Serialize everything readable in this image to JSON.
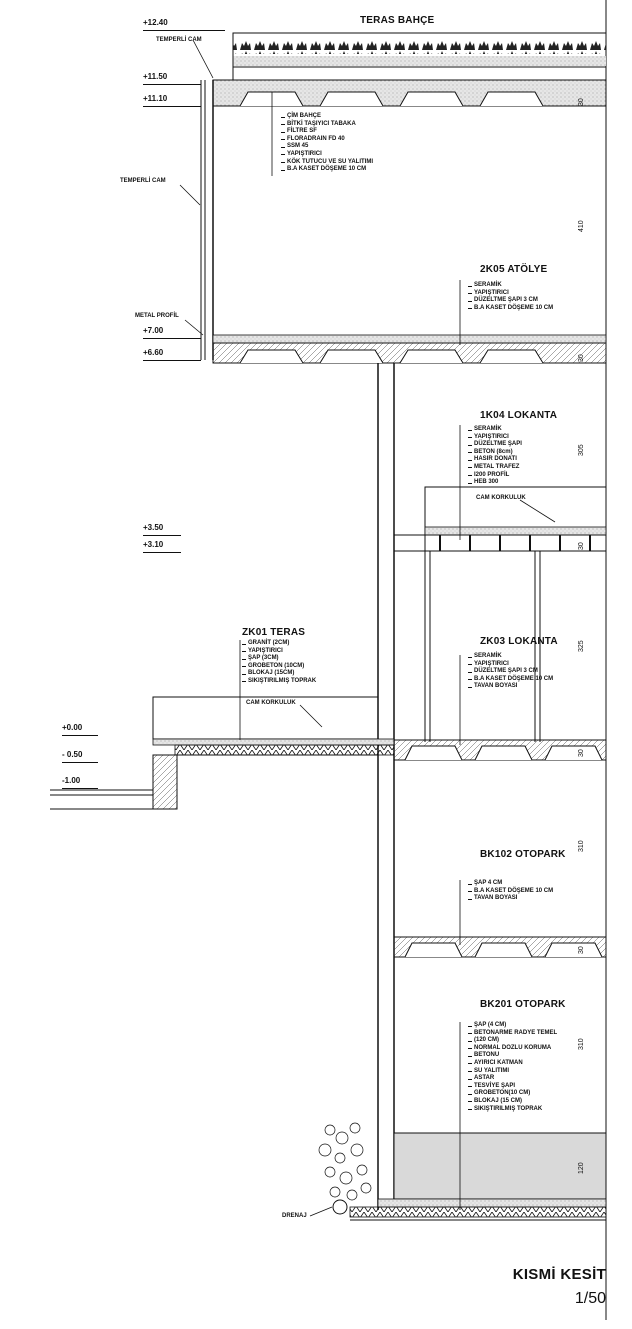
{
  "title": "KISMİ KESİT",
  "scale": "1/50",
  "levels": [
    "+12.40",
    "+11.50",
    "+11.10",
    "+7.00",
    "+6.60",
    "+3.50",
    "+3.10",
    "+0.00",
    "- 0.50",
    "-1.00"
  ],
  "sections": {
    "teras_bahce": {
      "title": "TERAS BAHÇE",
      "layers": [
        "ÇİM BAHÇE",
        "BİTKİ TAŞIYICI TABAKA",
        "FİLTRE SF",
        "FLORADRAIN FD 40",
        "SSM 45",
        "YAPIŞTIRICI",
        "KÖK TUTUCU VE SU YALITIMI",
        "B.A KASET DÖŞEME 10 CM"
      ]
    },
    "atolye": {
      "title": "2K05 ATÖLYE",
      "layers": [
        "SERAMİK",
        "YAPIŞTIRICI",
        "DÜZELTME ŞAPI 3 CM",
        "B.A KASET DÖŞEME 10 CM"
      ]
    },
    "lokanta1": {
      "title": "1K04 LOKANTA",
      "layers": [
        "SERAMİK",
        "YAPIŞTIRICI",
        "DÜZELTME ŞAPI",
        "BETON (8cm)",
        "HASIR DONATI",
        "METAL TRAFEZ",
        "I200 PROFİL",
        "HEB 300"
      ]
    },
    "teras": {
      "title": "ZK01 TERAS",
      "layers": [
        "GRANİT (2CM)",
        "YAPIŞTIRICI",
        "ŞAP (3CM)",
        "GROBETON (10CM)",
        "BLOKAJ (15CM)",
        "SIKIŞTIRILMIŞ TOPRAK"
      ]
    },
    "lokanta0": {
      "title": "ZK03 LOKANTA",
      "layers": [
        "SERAMİK",
        "YAPIŞTIRICI",
        "DÜZELTME ŞAPI 3 CM",
        "B.A KASET DÖŞEME 10 CM",
        "TAVAN BOYASI"
      ]
    },
    "otopark1": {
      "title": "BK102 OTOPARK",
      "layers": [
        "ŞAP 4 CM",
        "B.A KASET DÖŞEME 10 CM",
        "TAVAN BOYASI"
      ]
    },
    "otopark2": {
      "title": "BK201 OTOPARK",
      "layers": [
        "ŞAP (4 CM)",
        "BETONARME RADYE TEMEL",
        "(120 CM)",
        "NORMAL DOZLU KORUMA",
        "BETONU",
        "AYIRICI KATMAN",
        "SU YALITIMI",
        "ASTAR",
        "TESVİYE ŞAPI",
        "GROBETON(10 CM)",
        "BLOKAJ (15 CM)",
        "SIKIŞTIRILMIŞ TOPRAK"
      ]
    }
  },
  "notes": {
    "temperli_cam_1": "TEMPERLİ CAM",
    "temperli_cam_2": "TEMPERLİ CAM",
    "metal_profil": "METAL PROFİL",
    "cam_korkuluk_1": "CAM KORKULUK",
    "cam_korkuluk_2": "CAM KORKULUK",
    "drenaj": "DRENAJ"
  },
  "dimensions": [
    "30",
    "410",
    "30",
    "305",
    "30",
    "325",
    "30",
    "310",
    "30",
    "310",
    "120"
  ]
}
